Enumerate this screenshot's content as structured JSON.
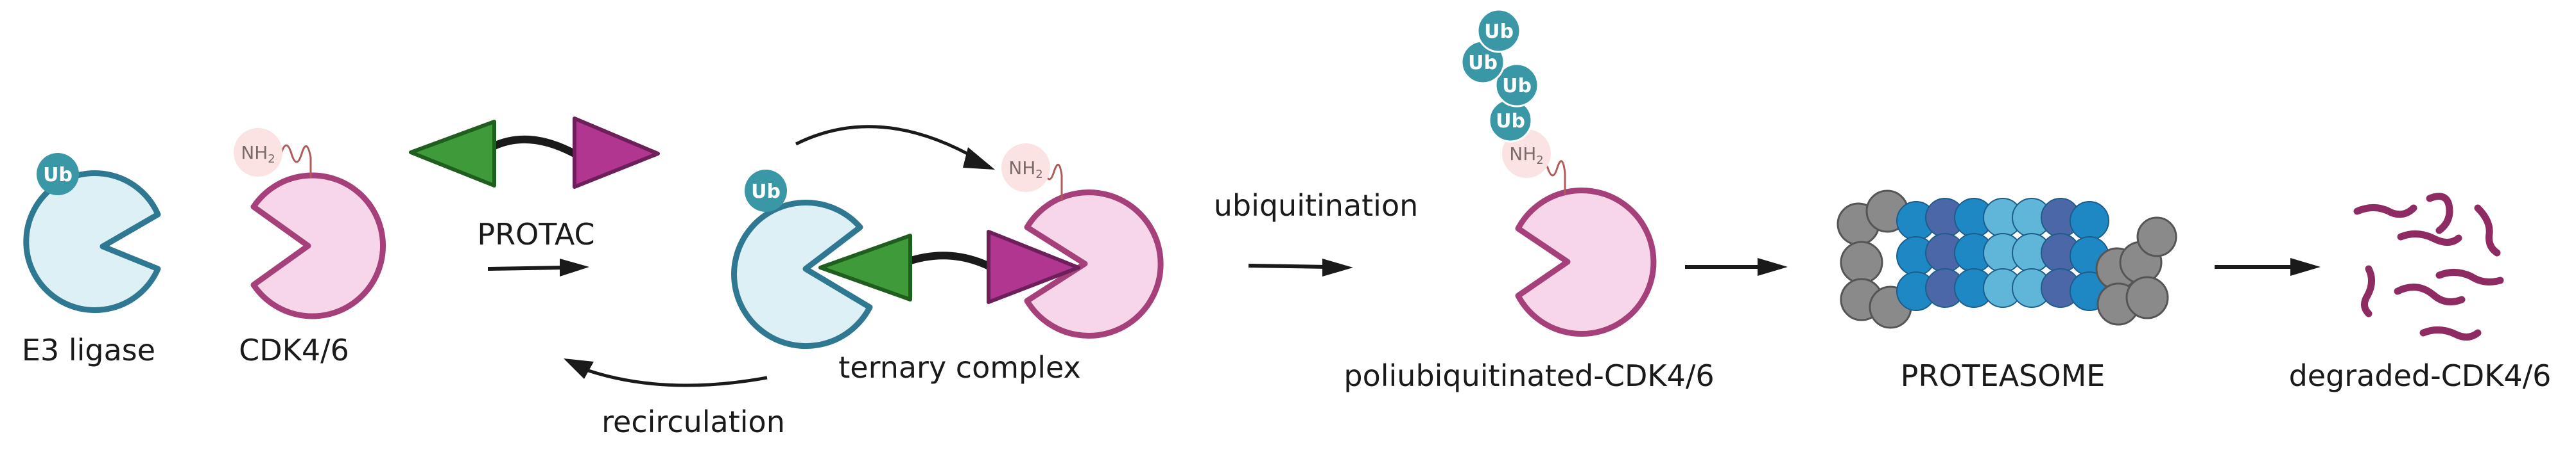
{
  "labels": {
    "e3_ligase": "E3 ligase",
    "cdk": "CDK4/6",
    "protac": "PROTAC",
    "ternary_complex": "ternary complex",
    "recirculation": "recirculation",
    "ubiquitination": "ubiquitination",
    "poliubiquitinated": "poliubiquitinated-CDK4/6",
    "proteasome": "PROTEASOME",
    "degraded": "degraded-CDK4/6"
  },
  "tags": {
    "ub": "Ub",
    "nh": "NH",
    "nh_sub": "2"
  },
  "colors": {
    "e3_fill": "#dcf0f6",
    "e3_stroke": "#2f7891",
    "cdk_fill": "#f7d6ea",
    "cdk_stroke": "#a5407a",
    "ub_fill": "#3a98a6",
    "nh2_fill": "#fbe3e3",
    "protac_green": "#3f9a3a",
    "protac_magenta": "#b0368f",
    "arrow": "#1a1a1a",
    "peptide": "#8e2b63",
    "proteasome_grey": "#8a8a8a",
    "proteasome_blue": "#1e88c4",
    "proteasome_light": "#5fb6d8",
    "proteasome_dark": "#4b67a8"
  }
}
